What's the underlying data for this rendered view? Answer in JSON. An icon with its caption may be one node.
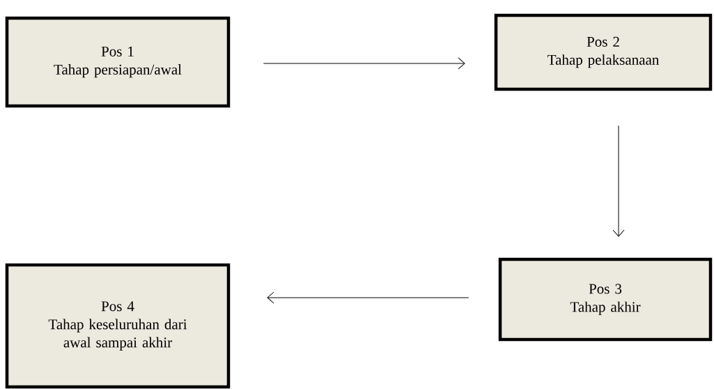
{
  "diagram": {
    "nodes": [
      {
        "text": [
          "Pos 1",
          "Tahap persiapan/awal"
        ]
      },
      {
        "text": [
          "Pos 2",
          "Tahap pelaksanaan"
        ]
      },
      {
        "text": [
          "Pos 3",
          "Tahap akhir"
        ]
      },
      {
        "text": [
          "Pos 4",
          "Tahap keseluruhan dari awal sampai akhir"
        ]
      }
    ],
    "edges": [
      {
        "from": 0,
        "to": 1,
        "arrow": "to"
      },
      {
        "from": 1,
        "to": 2,
        "arrow": "to"
      },
      {
        "from": 2,
        "to": 3,
        "arrow": "to"
      }
    ]
  }
}
